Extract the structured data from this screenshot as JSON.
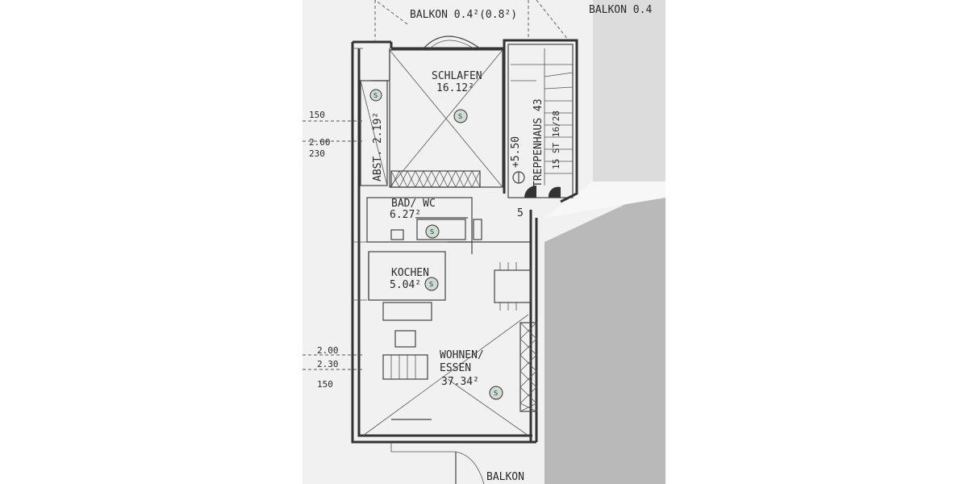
{
  "plan": {
    "balkon_top": "BALKON 0.4²(0.8²)",
    "balkon_top_right": "BALKON 0.4",
    "balkon_bottom": "BALKON",
    "level": "+5.50",
    "door_mark": "5",
    "marker_symbol": "S",
    "rooms": [
      {
        "name": "SCHLAFEN",
        "area": "16.12²"
      },
      {
        "name": "ABST. 2.19²"
      },
      {
        "name": "BAD/ WC",
        "area": "6.27²"
      },
      {
        "name": "KOCHEN",
        "area": "5.04²"
      },
      {
        "name": "WOHNEN/",
        "name2": "ESSEN",
        "area": "37.34²"
      },
      {
        "name": "TREPPENHAUS 43",
        "detail": "15 ST 16/28"
      }
    ],
    "dims_top": [
      "150",
      "2.00",
      "230"
    ],
    "dims_bottom": [
      "2.00",
      "2.30",
      "150"
    ]
  }
}
